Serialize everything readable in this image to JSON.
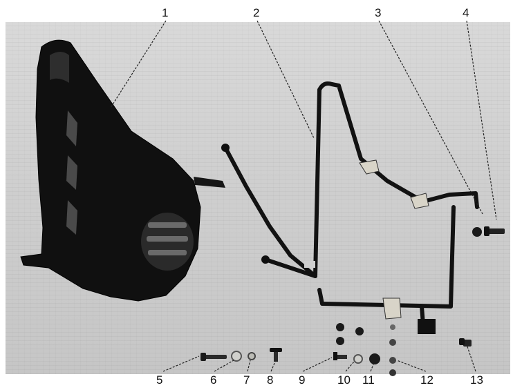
{
  "figure": {
    "callouts": [
      {
        "id": "1",
        "label": "1"
      },
      {
        "id": "2",
        "label": "2"
      },
      {
        "id": "3",
        "label": "3"
      },
      {
        "id": "4",
        "label": "4"
      },
      {
        "id": "5",
        "label": "5"
      },
      {
        "id": "6",
        "label": "6"
      },
      {
        "id": "7",
        "label": "7"
      },
      {
        "id": "8",
        "label": "8"
      },
      {
        "id": "9",
        "label": "9"
      },
      {
        "id": "10",
        "label": "10"
      },
      {
        "id": "11",
        "label": "11"
      },
      {
        "id": "12",
        "label": "12"
      },
      {
        "id": "13",
        "label": "13"
      }
    ],
    "colors": {
      "background": "#cfcfcf",
      "parts": "#111111",
      "tab": "#d8d4c8",
      "leader": "#222222"
    }
  }
}
